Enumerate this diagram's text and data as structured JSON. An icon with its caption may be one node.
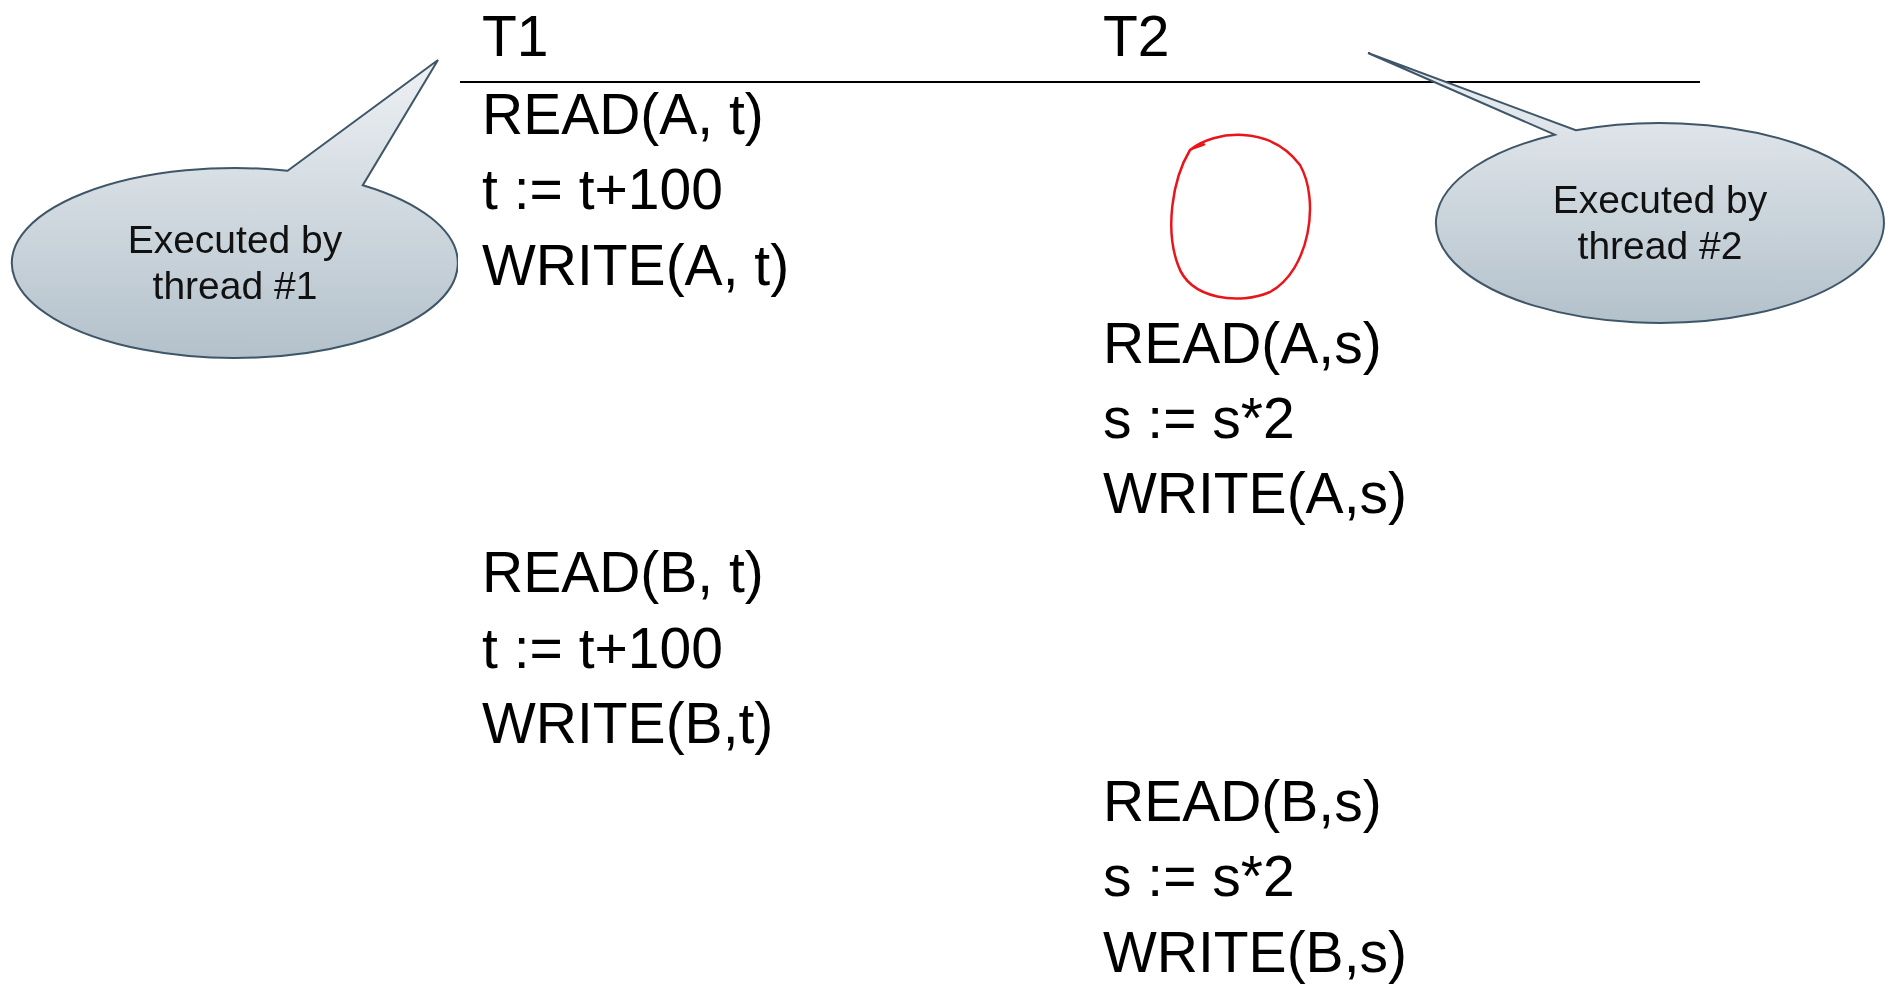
{
  "diagram": {
    "nodes": [
      {
        "text": [
          "Executed by thread #1"
        ]
      },
      {
        "text": [
          "Executed by thread #2"
        ]
      }
    ],
    "labels": [
      "T1",
      "T2",
      "READ(A, t)",
      "t := t+100",
      "WRITE(A, t)",
      "READ(A,s)",
      "s := s*2",
      "WRITE(A,s)",
      "READ(B, t)",
      "t := t+100",
      "WRITE(B,t)",
      "READ(B,s)",
      "s := s*2",
      "WRITE(B,s)"
    ]
  }
}
